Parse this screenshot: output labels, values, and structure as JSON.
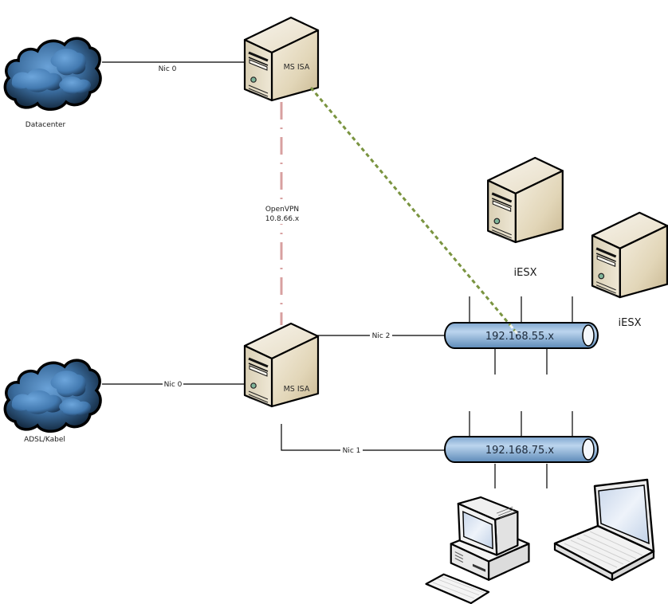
{
  "diagram": {
    "type": "network-topology",
    "nodes": {
      "datacenter_cloud": {
        "label": "Datacenter",
        "icon": "cloud-icon"
      },
      "adsl_cloud": {
        "label": "ADSL/Kabel",
        "icon": "cloud-icon"
      },
      "server_top": {
        "label": "MS ISA",
        "icon": "server-tower-icon"
      },
      "server_bottom": {
        "label": "MS ISA",
        "icon": "server-tower-icon"
      },
      "esx1": {
        "label": "iESX",
        "icon": "server-tower-icon"
      },
      "esx2": {
        "label": "iESX",
        "icon": "server-tower-icon"
      },
      "desktop": {
        "label": "",
        "icon": "desktop-pc-icon"
      },
      "laptop": {
        "label": "",
        "icon": "laptop-icon"
      }
    },
    "networks": {
      "lan55": {
        "label": "192.168.55.x",
        "icon": "network-bus-icon"
      },
      "lan75": {
        "label": "192.168.75.x",
        "icon": "network-bus-icon"
      }
    },
    "links": {
      "dc_nic0": {
        "label": "Nic 0",
        "from": "datacenter_cloud",
        "to": "server_top",
        "style": "solid"
      },
      "adsl_nic0": {
        "label": "Nic 0",
        "from": "adsl_cloud",
        "to": "server_bottom",
        "style": "solid"
      },
      "nic2": {
        "label": "Nic 2",
        "from": "server_bottom",
        "to": "lan55",
        "style": "solid"
      },
      "nic1": {
        "label": "Nic 1",
        "from": "server_bottom",
        "to": "lan75",
        "style": "solid"
      },
      "vpn": {
        "label_line1": "OpenVPN",
        "label_line2": "10.8.66.x",
        "from": "server_top",
        "to": "server_bottom",
        "style": "dash-dot"
      },
      "green": {
        "label": "",
        "from": "server_top",
        "to": "lan55",
        "style": "dotted"
      }
    },
    "colors": {
      "vpn_line": "#d8a0a0",
      "green_line": "#7a9440",
      "pipe_fill": "#8fb4da",
      "server_body": "#e6dcc4",
      "cloud": "#3e6fa0"
    }
  }
}
